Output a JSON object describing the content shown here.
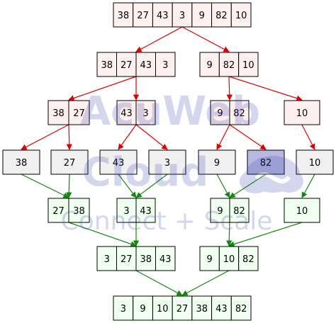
{
  "colors": {
    "split_fill": "#fff0f0",
    "merge_fill": "#f0fff0",
    "leaf_fill": "#f0f0f0",
    "highlight_fill": "#b8b8e0",
    "split_arrow": "#dd0000",
    "merge_arrow": "#118811",
    "border": "#000000",
    "watermark": "#3a48b0"
  },
  "watermark": {
    "line1": "AcuWeb",
    "line2": "Cloud",
    "tagline": "Connect + Scale"
  },
  "nodes": [
    {
      "id": "root",
      "kind": "split",
      "values": [
        "38",
        "27",
        "43",
        "3",
        "9",
        "82",
        "10"
      ]
    },
    {
      "id": "s1-left",
      "kind": "split",
      "values": [
        "38",
        "27",
        "43",
        "3"
      ]
    },
    {
      "id": "s1-right",
      "kind": "split",
      "values": [
        "9",
        "82",
        "10"
      ]
    },
    {
      "id": "s2-a",
      "kind": "split",
      "values": [
        "38",
        "27"
      ]
    },
    {
      "id": "s2-b",
      "kind": "split",
      "values": [
        "43",
        "3"
      ]
    },
    {
      "id": "s2-c",
      "kind": "split",
      "values": [
        "9",
        "82"
      ]
    },
    {
      "id": "s2-d",
      "kind": "split",
      "values": [
        "10"
      ]
    },
    {
      "id": "leaf-38",
      "kind": "leaf",
      "values": [
        "38"
      ]
    },
    {
      "id": "leaf-27",
      "kind": "leaf",
      "values": [
        "27"
      ]
    },
    {
      "id": "leaf-43",
      "kind": "leaf",
      "values": [
        "43"
      ]
    },
    {
      "id": "leaf-3",
      "kind": "leaf",
      "values": [
        "3"
      ]
    },
    {
      "id": "leaf-9",
      "kind": "leaf",
      "values": [
        "9"
      ]
    },
    {
      "id": "leaf-82",
      "kind": "leaf",
      "values": [
        "82"
      ],
      "highlight": true
    },
    {
      "id": "leaf-10",
      "kind": "leaf",
      "values": [
        "10"
      ]
    },
    {
      "id": "m1-a",
      "kind": "merge",
      "values": [
        "27",
        "38"
      ]
    },
    {
      "id": "m1-b",
      "kind": "merge",
      "values": [
        "3",
        "43"
      ]
    },
    {
      "id": "m1-c",
      "kind": "merge",
      "values": [
        "9",
        "82"
      ]
    },
    {
      "id": "m1-d",
      "kind": "merge",
      "values": [
        "10"
      ]
    },
    {
      "id": "m2-left",
      "kind": "merge",
      "values": [
        "3",
        "27",
        "38",
        "43"
      ]
    },
    {
      "id": "m2-right",
      "kind": "merge",
      "values": [
        "9",
        "10",
        "82"
      ]
    },
    {
      "id": "final",
      "kind": "merge",
      "values": [
        "3",
        "9",
        "10",
        "27",
        "38",
        "43",
        "82"
      ]
    }
  ],
  "edges": [
    {
      "from": "root",
      "to": "s1-left",
      "kind": "split"
    },
    {
      "from": "root",
      "to": "s1-right",
      "kind": "split"
    },
    {
      "from": "s1-left",
      "to": "s2-a",
      "kind": "split"
    },
    {
      "from": "s1-left",
      "to": "s2-b",
      "kind": "split"
    },
    {
      "from": "s1-right",
      "to": "s2-c",
      "kind": "split"
    },
    {
      "from": "s1-right",
      "to": "s2-d",
      "kind": "split"
    },
    {
      "from": "s2-a",
      "to": "leaf-38",
      "kind": "split"
    },
    {
      "from": "s2-a",
      "to": "leaf-27",
      "kind": "split"
    },
    {
      "from": "s2-b",
      "to": "leaf-43",
      "kind": "split"
    },
    {
      "from": "s2-b",
      "to": "leaf-3",
      "kind": "split"
    },
    {
      "from": "s2-c",
      "to": "leaf-9",
      "kind": "split"
    },
    {
      "from": "s2-c",
      "to": "leaf-82",
      "kind": "split"
    },
    {
      "from": "s2-d",
      "to": "leaf-10",
      "kind": "split"
    },
    {
      "from": "leaf-38",
      "to": "m1-a",
      "kind": "merge"
    },
    {
      "from": "leaf-27",
      "to": "m1-a",
      "kind": "merge"
    },
    {
      "from": "leaf-43",
      "to": "m1-b",
      "kind": "merge"
    },
    {
      "from": "leaf-3",
      "to": "m1-b",
      "kind": "merge"
    },
    {
      "from": "leaf-9",
      "to": "m1-c",
      "kind": "merge"
    },
    {
      "from": "leaf-82",
      "to": "m1-c",
      "kind": "merge"
    },
    {
      "from": "leaf-10",
      "to": "m1-d",
      "kind": "merge"
    },
    {
      "from": "m1-a",
      "to": "m2-left",
      "kind": "merge"
    },
    {
      "from": "m1-b",
      "to": "m2-left",
      "kind": "merge"
    },
    {
      "from": "m1-c",
      "to": "m2-right",
      "kind": "merge"
    },
    {
      "from": "m1-d",
      "to": "m2-right",
      "kind": "merge"
    },
    {
      "from": "m2-left",
      "to": "final",
      "kind": "merge"
    },
    {
      "from": "m2-right",
      "to": "final",
      "kind": "merge"
    }
  ]
}
